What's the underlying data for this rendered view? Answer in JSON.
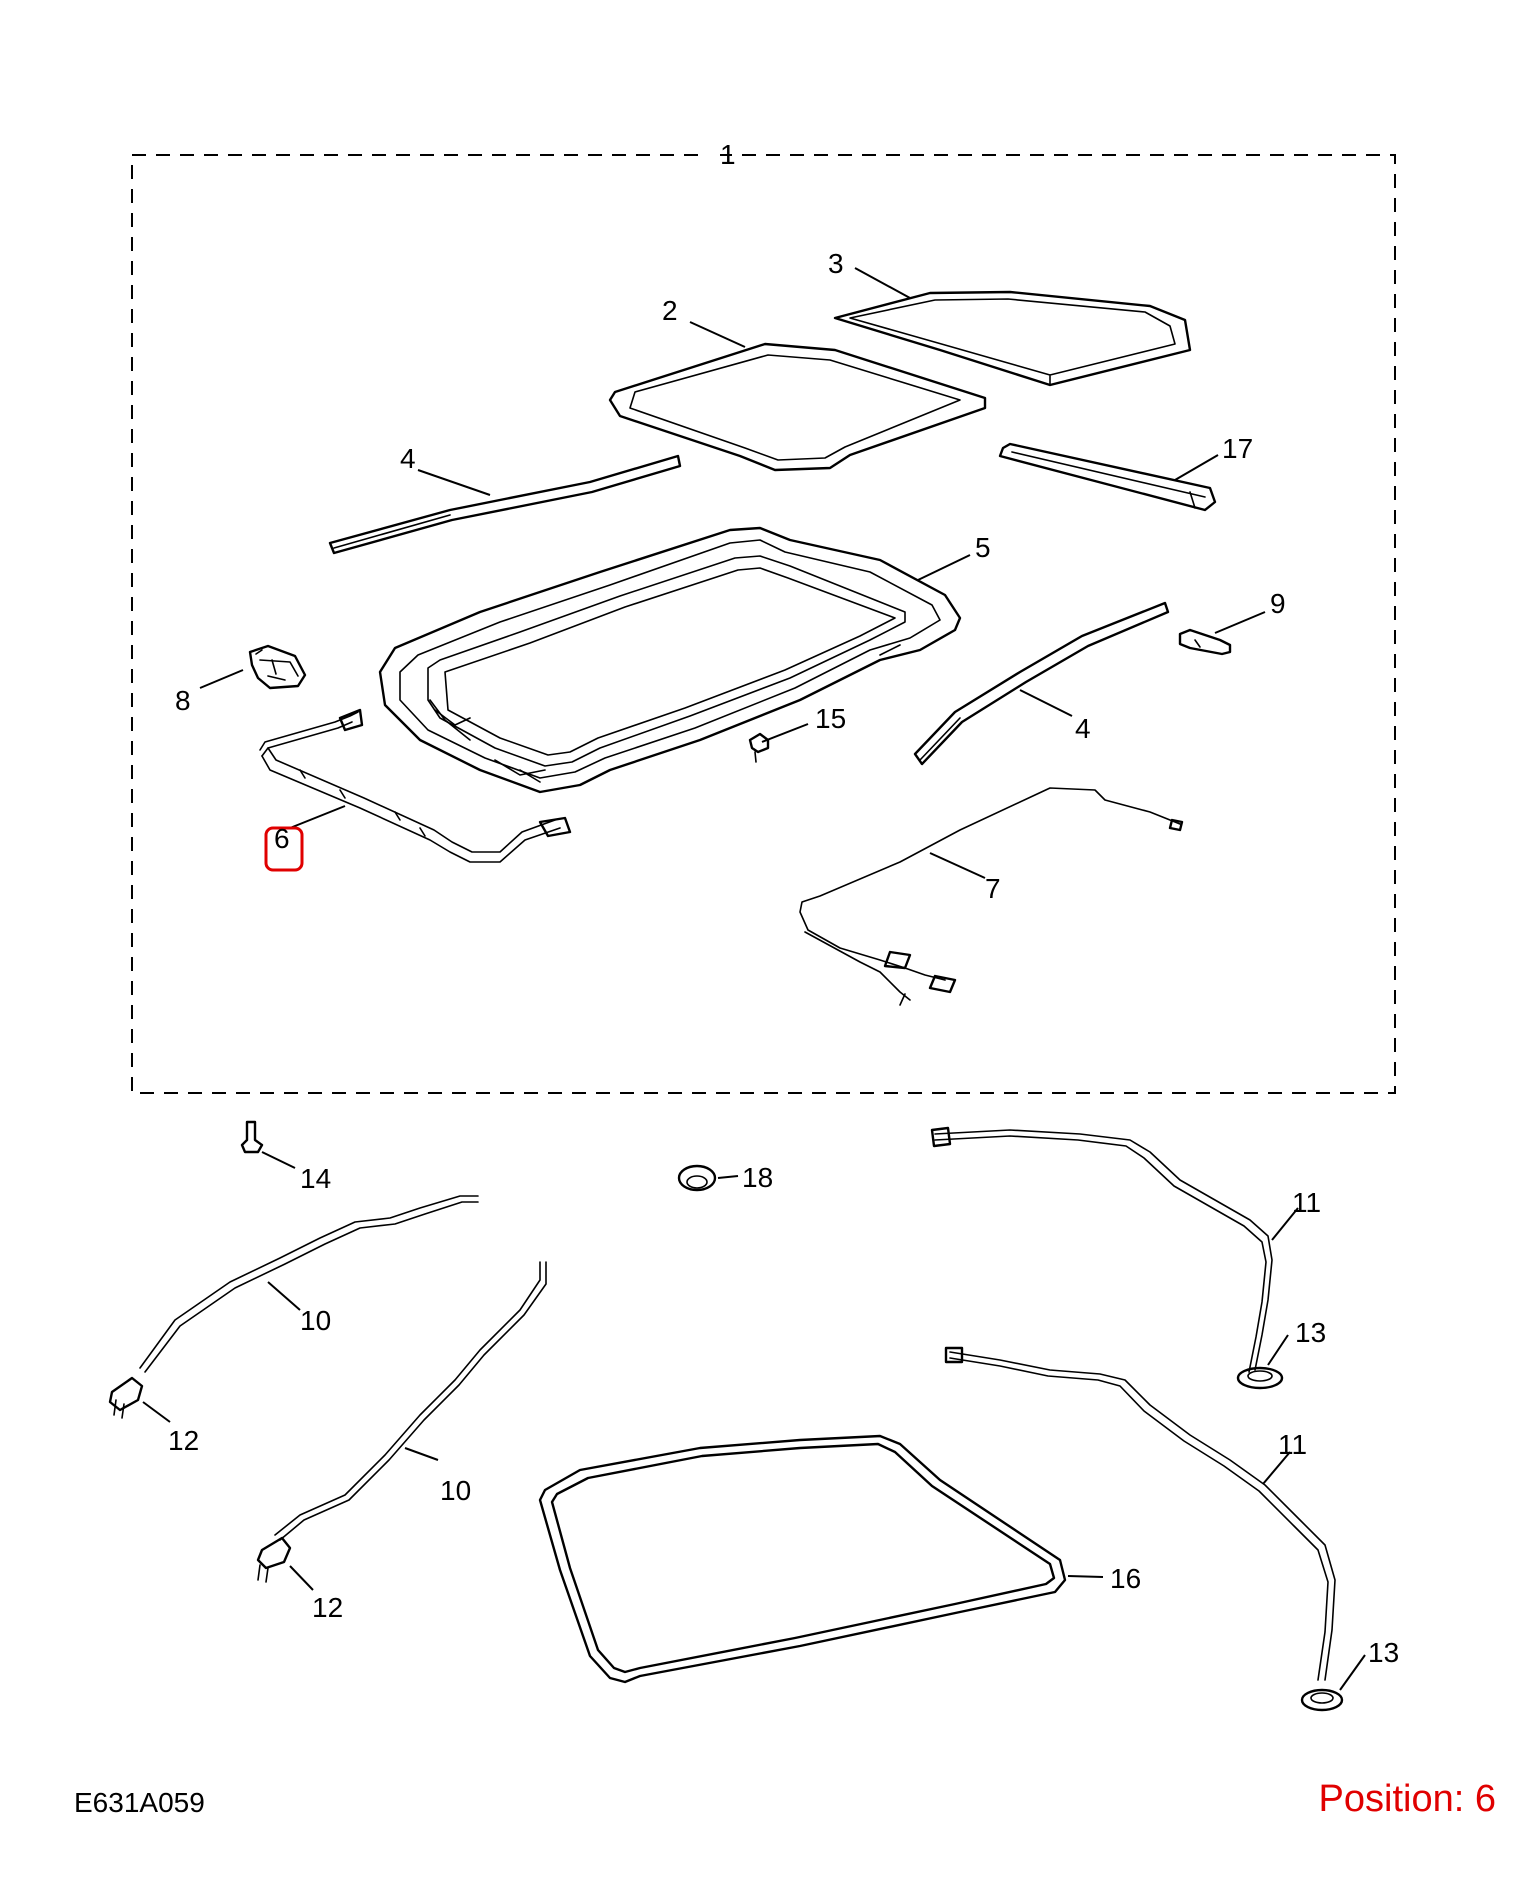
{
  "diagram": {
    "code": "E631A059",
    "position_label": "Position: 6",
    "highlight_color": "#e00000",
    "highlighted_callout": "6"
  },
  "callouts": {
    "c1": "1",
    "c2": "2",
    "c3": "3",
    "c4a": "4",
    "c4b": "4",
    "c5": "5",
    "c6": "6",
    "c7": "7",
    "c8": "8",
    "c9": "9",
    "c10a": "10",
    "c10b": "10",
    "c11a": "11",
    "c11b": "11",
    "c12a": "12",
    "c12b": "12",
    "c13a": "13",
    "c13b": "13",
    "c14": "14",
    "c15": "15",
    "c16": "16",
    "c17": "17",
    "c18": "18"
  }
}
